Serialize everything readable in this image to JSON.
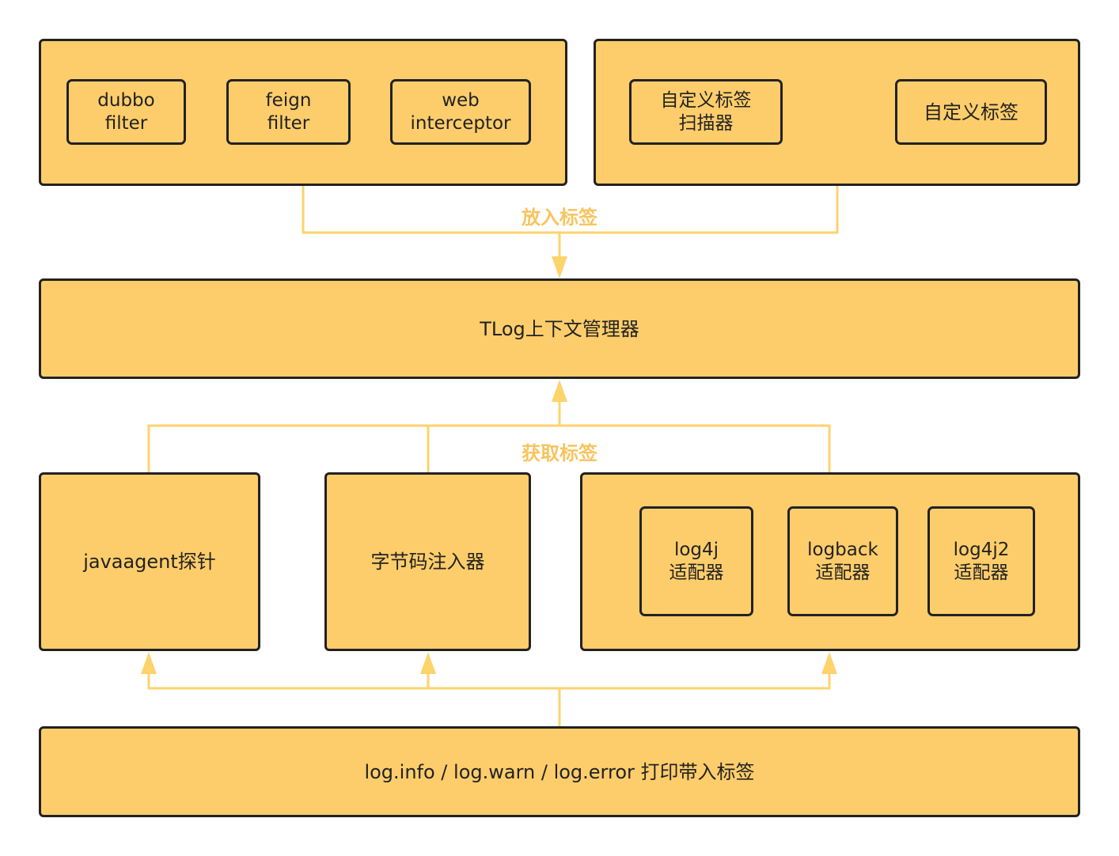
{
  "colors": {
    "box_fill": "#fecd6b",
    "box_border": "#222222",
    "connector": "#fdd36c",
    "label": "#f8c45e",
    "text": "#222222"
  },
  "top_left_group": {
    "dubbo_filter": "dubbo\nfilter",
    "feign_filter": "feign\nfilter",
    "web_interceptor": "web\ninterceptor"
  },
  "top_right_group": {
    "custom_tag_scanner": "自定义标签\n扫描器",
    "custom_tag": "自定义标签"
  },
  "put_tag_label": "放入标签",
  "context_manager": "TLog上下文管理器",
  "get_tag_label": "获取标签",
  "javaagent": "javaagent探针",
  "bytecode_injector": "字节码注入器",
  "adapter_group": {
    "log4j": "log4j\n适配器",
    "logback": "logback\n适配器",
    "log4j2": "log4j2\n适配器"
  },
  "log_print": "log.info / log.warn / log.error 打印带入标签"
}
